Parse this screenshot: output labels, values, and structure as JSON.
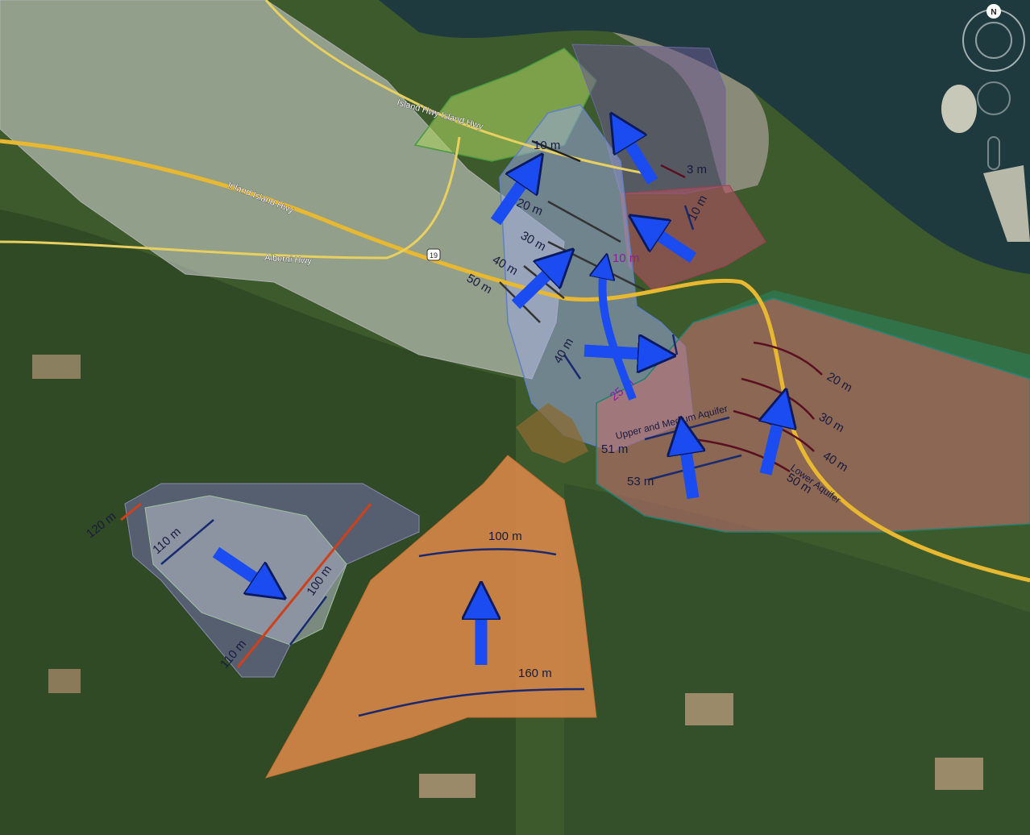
{
  "map": {
    "compass": {
      "north_letter": "N",
      "icon": "compass-icon"
    },
    "roads": [
      {
        "id": "island-hwy",
        "label": "Island Hwy Island Hwy"
      },
      {
        "id": "inland-island-hwy",
        "label": "Inland Island Hwy"
      },
      {
        "id": "alberni-hwy",
        "label": "Alberni Hwy"
      },
      {
        "id": "hwy-shield",
        "label": "19"
      }
    ],
    "contours": [
      {
        "id": "c-10m-a",
        "label": "10 m"
      },
      {
        "id": "c-3m",
        "label": "3 m"
      },
      {
        "id": "c-10m-b",
        "label": "10 m"
      },
      {
        "id": "c-20m-n",
        "label": "20 m"
      },
      {
        "id": "c-30m-n",
        "label": "30 m"
      },
      {
        "id": "c-40m-n",
        "label": "40 m"
      },
      {
        "id": "c-50m-n",
        "label": "50 m"
      },
      {
        "id": "c-10m-purple",
        "label": "10 m"
      },
      {
        "id": "c-40m-mid",
        "label": "40 m"
      },
      {
        "id": "c-25m",
        "label": "25 m"
      },
      {
        "id": "c-20m-e",
        "label": "20 m"
      },
      {
        "id": "c-30m-e",
        "label": "30 m"
      },
      {
        "id": "c-40m-e",
        "label": "40 m"
      },
      {
        "id": "c-50m-e",
        "label": "50 m"
      },
      {
        "id": "c-51m",
        "label": "51 m"
      },
      {
        "id": "c-53m",
        "label": "53 m"
      },
      {
        "id": "c-120m",
        "label": "120 m"
      },
      {
        "id": "c-110m-a",
        "label": "110 m"
      },
      {
        "id": "c-100m-a",
        "label": "100 m"
      },
      {
        "id": "c-110m-b",
        "label": "110 m"
      },
      {
        "id": "c-100m-b",
        "label": "100 m"
      },
      {
        "id": "c-160m",
        "label": "160 m"
      }
    ],
    "aquifer_labels": [
      {
        "id": "upper-medium",
        "label": "Upper and Medium Aquifer"
      },
      {
        "id": "lower",
        "label": "Lower Aquifer"
      }
    ],
    "colors": {
      "arrow": "#1a4cf2",
      "contour_dark": "#1a2a70",
      "contour_brown": "#5a1020",
      "contour_red": "#d0401a",
      "zone_orange": "#e08a4a",
      "zone_red": "#b06060",
      "zone_purple": "#6a6aa0",
      "zone_grey": "#c8c8c8",
      "zone_green": "#a8d060",
      "zone_blue": "#9aa8e0"
    }
  }
}
